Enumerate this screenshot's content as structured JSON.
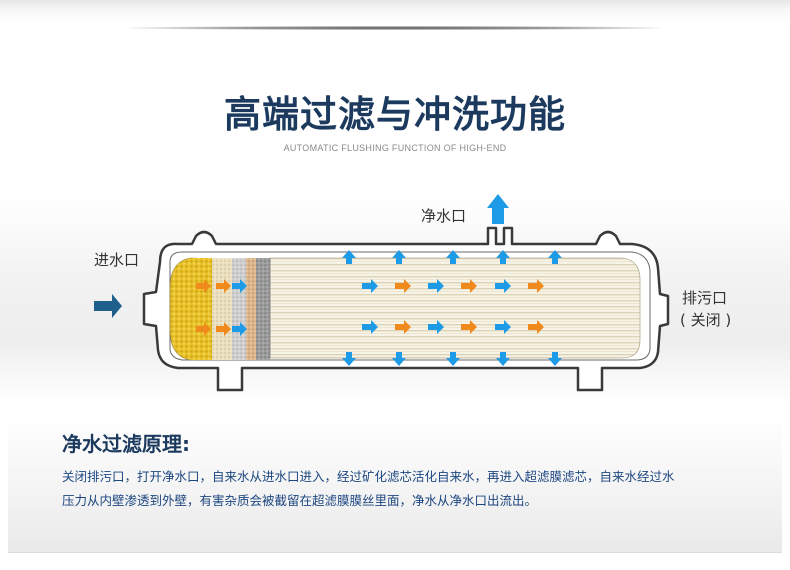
{
  "header": {
    "title": "高端过滤与冲洗功能",
    "subtitle": "AUTOMATIC FLUSHING FUNCTION OF HIGH-END"
  },
  "diagram": {
    "labels": {
      "inlet": "进水口",
      "clean_outlet": "净水口",
      "drain": "排污口",
      "drain_state": "( 关闭 )"
    },
    "colors": {
      "flow_arrow": "#1e9be6",
      "pre_filter_arrow": "#f08a1c",
      "inlet_arrow": "#1f5f8b",
      "shell_outline": "#3a3a3a"
    }
  },
  "principle": {
    "heading": "净水过滤原理:",
    "line1": "关闭排污口，打开净水口，自来水从进水口进入，经过矿化滤芯活化自来水，再进入超滤膜滤芯，自来水经过水",
    "line2": "压力从内壁渗透到外壁，有害杂质会被截留在超滤膜膜丝里面，净水从净水口出流出。"
  }
}
